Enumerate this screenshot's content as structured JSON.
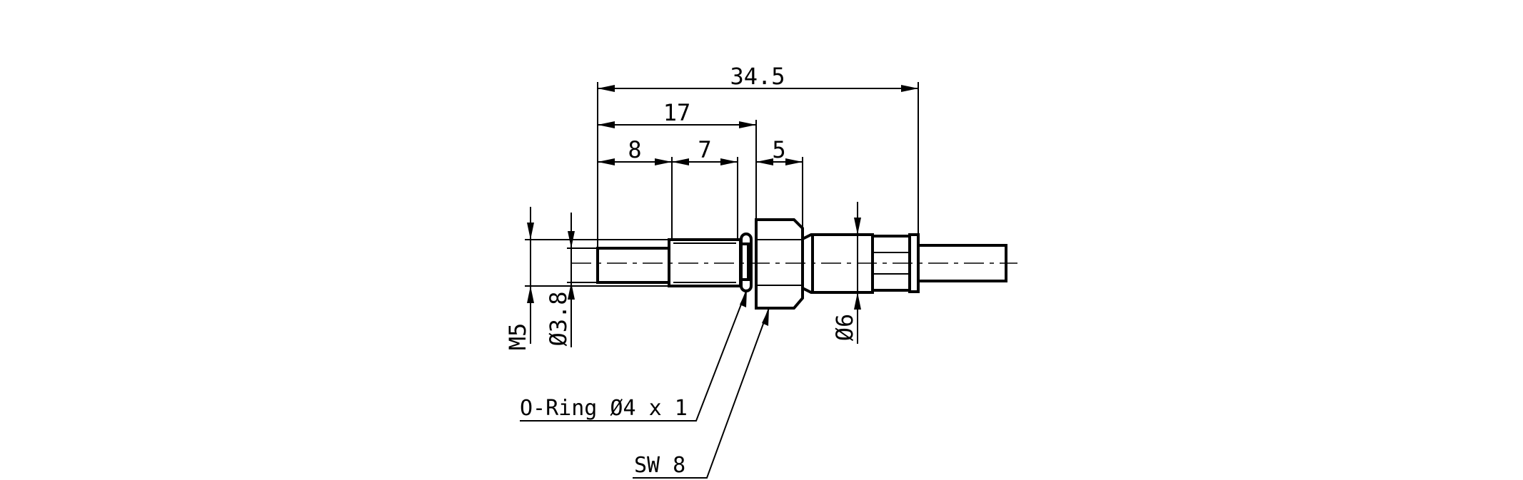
{
  "dimensions": {
    "overall_length": "34.5",
    "thread_section_length": "17",
    "length_8": "8",
    "length_7": "7",
    "length_5": "5",
    "thread_size": "M5",
    "diameter_38": "Ø3.8",
    "diameter_6": "Ø6"
  },
  "callouts": {
    "o_ring": "O-Ring Ø4 x 1",
    "wrench_size": "SW 8"
  }
}
